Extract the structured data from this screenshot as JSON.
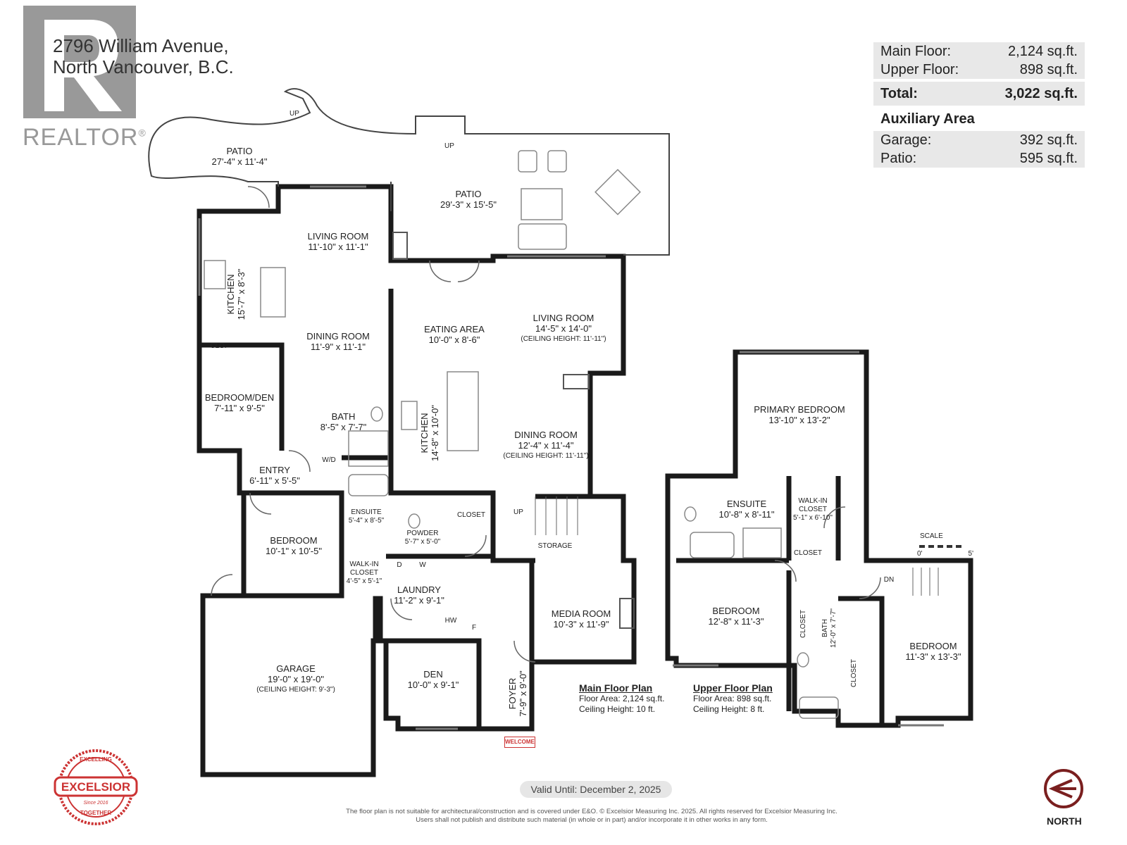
{
  "address": {
    "line1": "2796 William Avenue,",
    "line2": "North Vancouver, B.C."
  },
  "brand": {
    "realtor": "REALTOR",
    "registered": "®",
    "excelsior": "EXCELSIOR",
    "excelling": "EXCELLING",
    "together": "TOGETHER",
    "since": "Since 2016"
  },
  "areas": {
    "main_floor": {
      "label": "Main Floor:",
      "value": "2,124 sq.ft."
    },
    "upper_floor": {
      "label": "Upper Floor:",
      "value": "898 sq.ft."
    },
    "total": {
      "label": "Total:",
      "value": "3,022 sq.ft."
    },
    "aux_heading": "Auxiliary Area",
    "garage": {
      "label": "Garage:",
      "value": "392 sq.ft."
    },
    "patio": {
      "label": "Patio:",
      "value": "595 sq.ft."
    }
  },
  "rooms": {
    "patio1": {
      "name": "PATIO",
      "dims": "27'-4\" x 11'-4\""
    },
    "patio2": {
      "name": "PATIO",
      "dims": "29'-3\" x 15'-5\""
    },
    "living1": {
      "name": "LIVING ROOM",
      "dims": "11'-10\" x 11'-1\""
    },
    "kitchen1": {
      "name": "KITCHEN",
      "dims": "15'-7\" x 8'-3\""
    },
    "dining1": {
      "name": "DINING ROOM",
      "dims": "11'-9\" x 11'-1\""
    },
    "clo": {
      "name": "CLO."
    },
    "bedden": {
      "name": "BEDROOM/DEN",
      "dims": "7'-11\" x 9'-5\""
    },
    "bath1": {
      "name": "BATH",
      "dims": "8'-5\" x 7'-7\""
    },
    "wd": {
      "name": "W/D"
    },
    "entry": {
      "name": "ENTRY",
      "dims": "6'-11\" x 5'-5\""
    },
    "bedroom1": {
      "name": "BEDROOM",
      "dims": "10'-1\" x 10'-5\""
    },
    "ensuite1": {
      "name": "ENSUITE",
      "dims": "5'-4\" x 8'-5\""
    },
    "walkin1": {
      "name": "WALK-IN CLOSET",
      "dims": "4'-5\" x 5'-1\""
    },
    "garage": {
      "name": "GARAGE",
      "dims": "19'-0\" x 19'-0\"",
      "ceiling": "(CEILING HEIGHT: 9'-3\")"
    },
    "eating": {
      "name": "EATING AREA",
      "dims": "10'-0\" x 8'-6\""
    },
    "living2": {
      "name": "LIVING ROOM",
      "dims": "14'-5\" x 14'-0\"",
      "ceiling": "(CEILING HEIGHT: 11'-11\")"
    },
    "kitchen2": {
      "name": "KITCHEN",
      "dims": "14'-8\" x 10'-0\""
    },
    "dining2": {
      "name": "DINING ROOM",
      "dims": "12'-4\" x 11'-4\"",
      "ceiling": "(CEILING HEIGHT: 11'-11\")"
    },
    "closet1": {
      "name": "CLOSET"
    },
    "powder": {
      "name": "POWDER",
      "dims": "5'-7\" x 5'-0\""
    },
    "storage": {
      "name": "STORAGE"
    },
    "laundry": {
      "name": "LAUNDRY",
      "dims": "11'-2\" x 9'-1\""
    },
    "d": {
      "name": "D"
    },
    "w": {
      "name": "W"
    },
    "hw": {
      "name": "HW"
    },
    "f": {
      "name": "F"
    },
    "media": {
      "name": "MEDIA ROOM",
      "dims": "10'-3\" x 11'-9\""
    },
    "den": {
      "name": "DEN",
      "dims": "10'-0\" x 9'-1\""
    },
    "foyer": {
      "name": "FOYER",
      "dims": "7'-9\" x 9'-0\""
    },
    "primary": {
      "name": "PRIMARY BEDROOM",
      "dims": "13'-10\" x 13'-2\""
    },
    "ensuite2": {
      "name": "ENSUITE",
      "dims": "10'-8\" x 8'-11\""
    },
    "walkin2": {
      "name": "WALK-IN CLOSET",
      "dims": "5'-1\" x 6'-10\""
    },
    "closet2": {
      "name": "CLOSET"
    },
    "bedroom2": {
      "name": "BEDROOM",
      "dims": "12'-8\" x 11'-3\""
    },
    "closet3": {
      "name": "CLOSET"
    },
    "bath2": {
      "name": "BATH",
      "dims": "12'-0\" x 7'-7\""
    },
    "bedroom3": {
      "name": "BEDROOM",
      "dims": "11'-3\" x 13'-3\""
    },
    "closet4": {
      "name": "CLOSET"
    }
  },
  "stairs": {
    "up1": "UP",
    "up2": "UP",
    "up3": "UP",
    "dn": "DN"
  },
  "welcome": "WELCOME",
  "scale": {
    "label": "SCALE",
    "start": "0'",
    "end": "5'"
  },
  "main_plan": {
    "title": "Main Floor Plan",
    "area": "Floor Area: 2,124 sq.ft.",
    "ceiling": "Ceiling Height: 10 ft."
  },
  "upper_plan": {
    "title": "Upper Floor Plan",
    "area": "Floor Area: 898 sq.ft.",
    "ceiling": "Ceiling Height: 8 ft."
  },
  "valid": "Valid Until: December 2, 2025",
  "disclaimer": "The floor plan is not suitable for architectural/construction and is covered under E&O. © Excelsior Measuring Inc. 2025. All rights reserved for Excelsior Measuring Inc. Users shall not publish and distribute such material (in whole or in part) and/or incorporate it in other works in any form.",
  "north": "NORTH"
}
